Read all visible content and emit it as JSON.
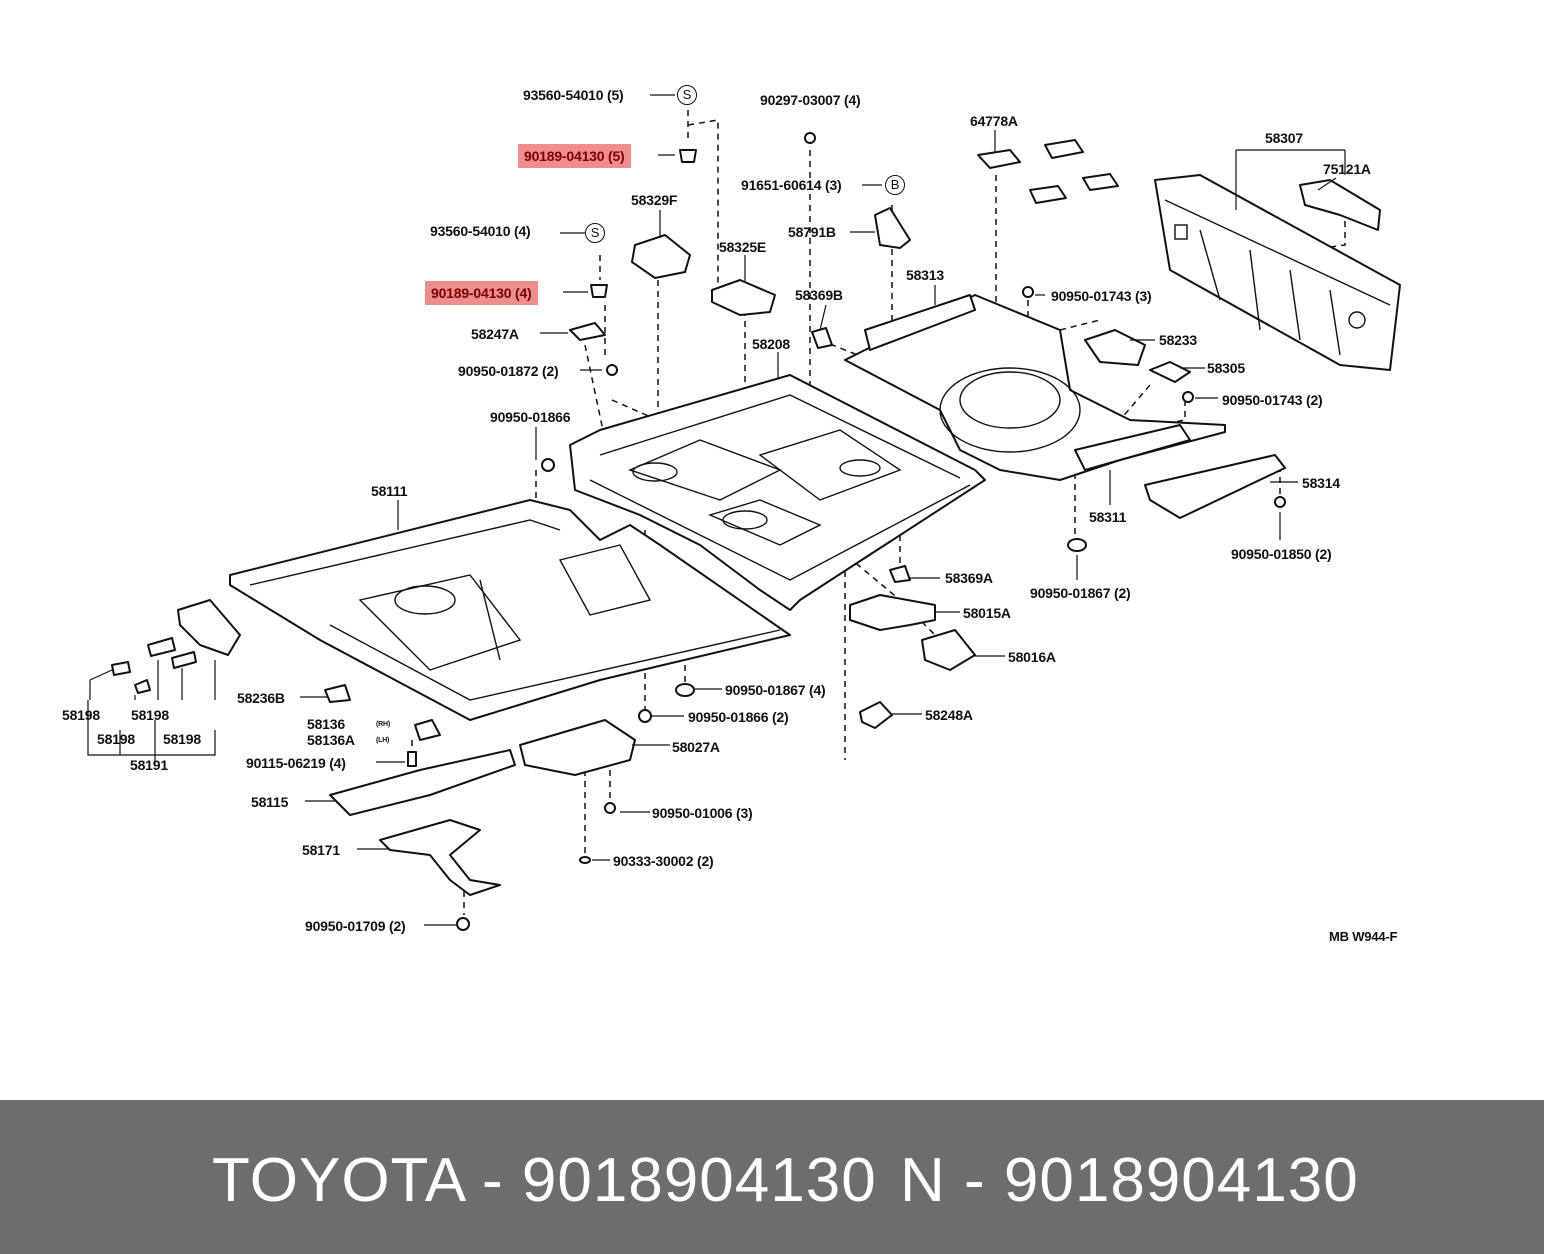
{
  "diagram": {
    "labels": [
      {
        "id": "l1",
        "text": "93560-54010 (5)"
      },
      {
        "id": "l2",
        "text": "90189-04130 (5)",
        "highlight": true
      },
      {
        "id": "l3",
        "text": "90297-03007 (4)"
      },
      {
        "id": "l4",
        "text": "64778A"
      },
      {
        "id": "l5",
        "text": "58307"
      },
      {
        "id": "l6",
        "text": "75121A"
      },
      {
        "id": "l7",
        "text": "58329F"
      },
      {
        "id": "l8",
        "text": "91651-60614 (3)"
      },
      {
        "id": "l9",
        "text": "93560-54010 (4)"
      },
      {
        "id": "l10",
        "text": "58791B"
      },
      {
        "id": "l11",
        "text": "58325E"
      },
      {
        "id": "l12",
        "text": "58313"
      },
      {
        "id": "l13",
        "text": "90189-04130 (4)",
        "highlight": true
      },
      {
        "id": "l14",
        "text": "58369B"
      },
      {
        "id": "l15",
        "text": "90950-01743 (3)"
      },
      {
        "id": "l16",
        "text": "58247A"
      },
      {
        "id": "l17",
        "text": "58208"
      },
      {
        "id": "l18",
        "text": "58233"
      },
      {
        "id": "l19",
        "text": "90950-01872 (2)"
      },
      {
        "id": "l20",
        "text": "58305"
      },
      {
        "id": "l21",
        "text": "90950-01743 (2)"
      },
      {
        "id": "l22",
        "text": "90950-01866"
      },
      {
        "id": "l23",
        "text": "58314"
      },
      {
        "id": "l24",
        "text": "58111"
      },
      {
        "id": "l25",
        "text": "58311"
      },
      {
        "id": "l26",
        "text": "90950-01850 (2)"
      },
      {
        "id": "l27",
        "text": "58369A"
      },
      {
        "id": "l28",
        "text": "90950-01867 (2)"
      },
      {
        "id": "l29",
        "text": "58015A"
      },
      {
        "id": "l30",
        "text": "58016A"
      },
      {
        "id": "l31",
        "text": "58236B"
      },
      {
        "id": "l32",
        "text": "90950-01867 (4)"
      },
      {
        "id": "l33",
        "text": "58198"
      },
      {
        "id": "l34",
        "text": "58198"
      },
      {
        "id": "l35",
        "text": "90950-01866 (2)"
      },
      {
        "id": "l36",
        "text": "58248A"
      },
      {
        "id": "l37",
        "text": "58136"
      },
      {
        "id": "l38",
        "text": "58136A"
      },
      {
        "id": "l39",
        "text": "(RH)"
      },
      {
        "id": "l40",
        "text": "(LH)"
      },
      {
        "id": "l41",
        "text": "58198"
      },
      {
        "id": "l42",
        "text": "58198"
      },
      {
        "id": "l43",
        "text": "58027A"
      },
      {
        "id": "l44",
        "text": "90115-06219 (4)"
      },
      {
        "id": "l45",
        "text": "58191"
      },
      {
        "id": "l46",
        "text": "58115"
      },
      {
        "id": "l47",
        "text": "90950-01006 (3)"
      },
      {
        "id": "l48",
        "text": "58171"
      },
      {
        "id": "l49",
        "text": "90333-30002 (2)"
      },
      {
        "id": "l50",
        "text": "90950-01709 (2)"
      },
      {
        "id": "l51",
        "text": "MB W944-F"
      },
      {
        "id": "s1",
        "text": "S"
      },
      {
        "id": "s2",
        "text": "S"
      },
      {
        "id": "s3",
        "text": "B"
      }
    ]
  },
  "footer": {
    "left_text": "TOYOTA - 9018904130",
    "right_text": "N - 9018904130",
    "background": "#6d6d6d",
    "text_color": "#ffffff"
  },
  "colors": {
    "highlight": "#ef8c8c",
    "ink": "#111111"
  }
}
